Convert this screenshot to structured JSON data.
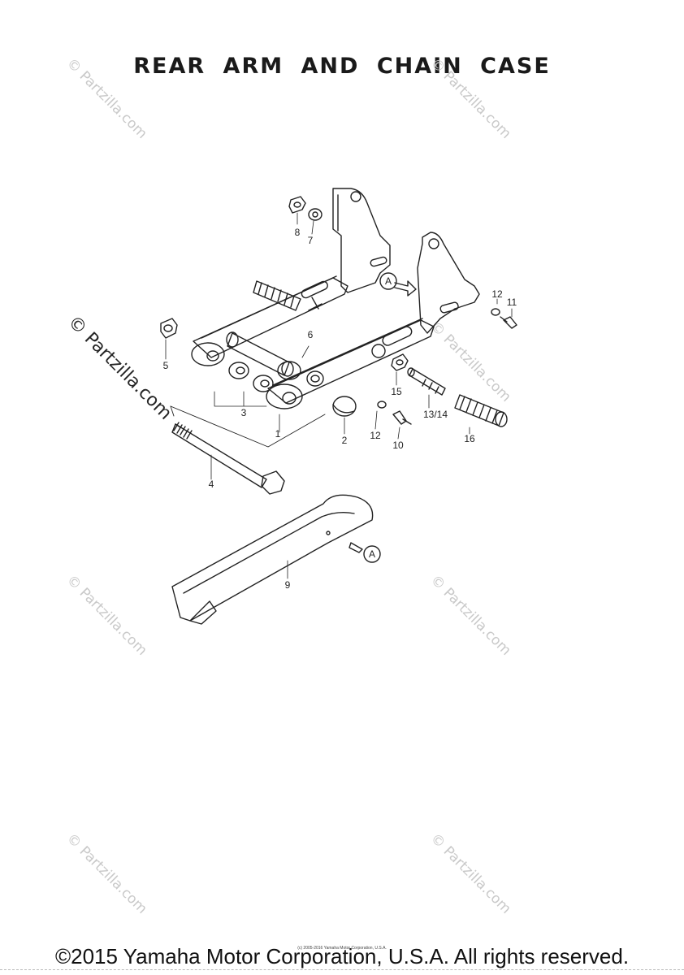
{
  "diagram": {
    "title": "REAR ARM AND CHAIN CASE",
    "callouts": [
      "1",
      "2",
      "3",
      "4",
      "5",
      "6",
      "7",
      "8",
      "9",
      "10",
      "11",
      "12",
      "12",
      "13/14",
      "15",
      "16"
    ],
    "reference_marks": [
      "A",
      "A"
    ]
  },
  "watermarks": {
    "small": "© Partzilla.com",
    "large": "© Partzilla.com"
  },
  "footer": {
    "copyright": "©2015 Yamaha Motor Corporation, U.S.A. All rights reserved.",
    "fine_print": "(c) 2005-2016 Yamaha Motor Corporation, U.S.A."
  },
  "colors": {
    "line": "#222222",
    "watermark": "#c9c9c9"
  }
}
